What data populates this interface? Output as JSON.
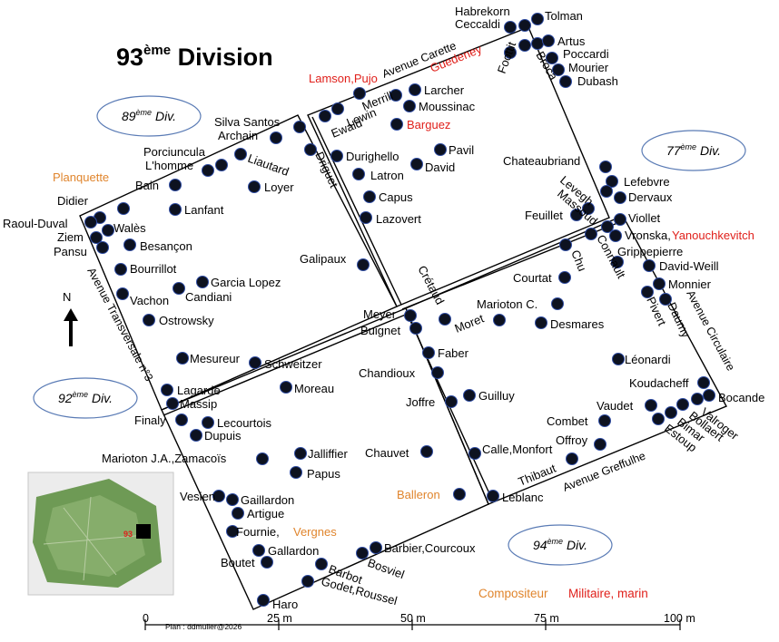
{
  "title": {
    "main": "93",
    "sup": "ème",
    "rest": " Division"
  },
  "divisions": [
    {
      "num": "89",
      "sup": "ème",
      "suffix": " Div."
    },
    {
      "num": "77",
      "sup": "ème",
      "suffix": " Div."
    },
    {
      "num": "92",
      "sup": "ème",
      "suffix": " Div."
    },
    {
      "num": "94",
      "sup": "ème",
      "suffix": " Div."
    }
  ],
  "streets": {
    "carette": "Avenue Carette",
    "transversale": "Avenue Transversale n°3",
    "circulaire": "Avenue Circulaire",
    "greffulhe": "Avenue Greffulhe"
  },
  "graves": [
    "Habrekorn",
    "Ceccaldi",
    "Tolman",
    "Guedeney",
    "Artus",
    "Poccardi",
    "Mourier",
    "Dubash",
    "Foottit",
    "Broca",
    "Lamson,Pujo",
    "Larcher",
    "Moussinac",
    "Merrill",
    "Lewin",
    "Ewald",
    "Barguez",
    "Silva Santos",
    "Archain",
    "Porciuncula",
    "L'homme",
    "Liautard",
    "Driguet",
    "Bain",
    "Loyer",
    "Planquette",
    "Didier",
    "Lanfant",
    "Raoul-Duval",
    "Walès",
    "Ziem",
    "Pansu",
    "Besançon",
    "Bourrillot",
    "Garcia Lopez",
    "Candiani",
    "Vachon",
    "Ostrowsky",
    "Durighello",
    "Pavil",
    "David",
    "Latron",
    "Capus",
    "Lazovert",
    "Galipaux",
    "Chateaubriand",
    "Lefebvre",
    "Levegh",
    "Dervaux",
    "Massoud",
    "Feuillet",
    "Viollet",
    "Vronska,",
    "Yanouchkevitch",
    "Grippepierre",
    "Chu",
    "Connault",
    "David-Weill",
    "Monnier",
    "Pivert",
    "Daumy",
    "Courtat",
    "Marioton C.",
    "Crétaud",
    "Moret",
    "Desmares",
    "Meyer",
    "Buignet",
    "Faber",
    "Léonardi",
    "Chandioux",
    "Guilluy",
    "Joffre",
    "Koudacheff",
    "Bocande",
    "Vaudet",
    "Combet",
    "Offroy",
    "Valroger",
    "Bollaert",
    "Bimar",
    "Estoup",
    "Mesureur",
    "Schweitzer",
    "Moreau",
    "Lagarde",
    "Massip",
    "Finaly",
    "Lecourtois",
    "Dupuis",
    "Calle,Monfort",
    "Chauvet",
    "Thibaut",
    "Marioton J.A.,Zamacoïs",
    "Jalliffier",
    "Papus",
    "Vesien",
    "Gaillardon",
    "Artigue",
    "Balleron",
    "Leblanc",
    "Fournie,",
    "Vergnes",
    "Gallardon",
    "Barbier,Courcoux",
    "Boutet",
    "Barbot",
    "Bosviel",
    "Godet,Roussel",
    "Haro"
  ],
  "north": "N",
  "legend": {
    "compositeur": "Compositeur",
    "militaire": "Militaire, marin"
  },
  "scale": {
    "ticks": [
      "0",
      "25 m",
      "50 m",
      "75 m",
      "100 m"
    ],
    "credit": "Plan : ddmuller@2026"
  },
  "inset": {
    "label": "93"
  },
  "colors": {
    "military": "#e0201b",
    "composer": "#e0852d",
    "grave_fill": "#0d1220",
    "grave_stroke": "#2d4aa0",
    "park": "#6e9a55"
  }
}
